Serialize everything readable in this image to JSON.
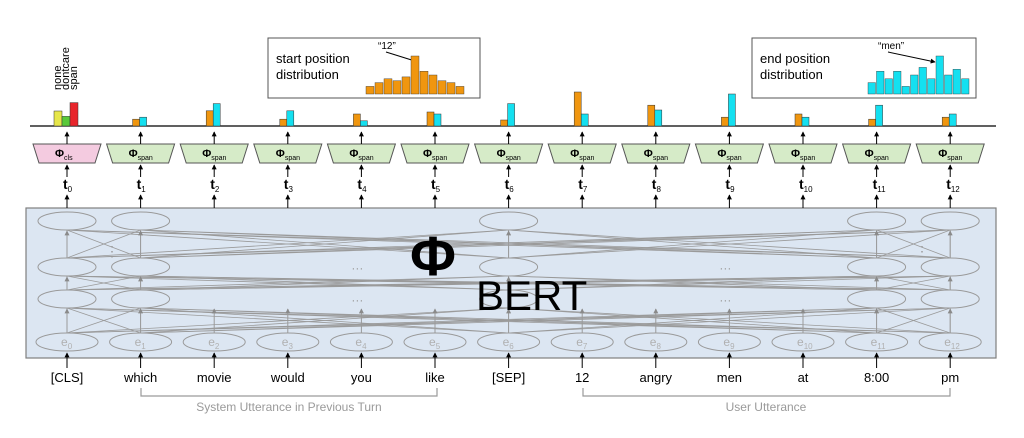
{
  "class_labels": [
    "none",
    "dontcare",
    "span"
  ],
  "class_colors": [
    "#e6e64a",
    "#59c93a",
    "#e8252b"
  ],
  "class_values": [
    0.5,
    0.32,
    0.78
  ],
  "start_color": "#f0960f",
  "end_color": "#14e0f0",
  "start_box": {
    "title_line1": "start position",
    "title_line2": "distribution",
    "peak_label": "“12”",
    "values": [
      0.2,
      0.3,
      0.4,
      0.35,
      0.45,
      1.0,
      0.6,
      0.5,
      0.35,
      0.3,
      0.2
    ]
  },
  "end_box": {
    "title_line1": "end position",
    "title_line2": "distribution",
    "peak_label": "“men”",
    "values": [
      0.3,
      0.6,
      0.4,
      0.6,
      0.2,
      0.5,
      0.7,
      0.4,
      1.0,
      0.5,
      0.65,
      0.4
    ]
  },
  "phi_cls": {
    "main": "Φ",
    "sub": "cls"
  },
  "phi_span": {
    "main": "Φ",
    "sub": "span"
  },
  "t_symbol": "t",
  "e_symbol": "e",
  "indices": [
    "0",
    "1",
    "2",
    "3",
    "4",
    "5",
    "6",
    "7",
    "8",
    "9",
    "10",
    "11",
    "12"
  ],
  "tokens": [
    "[CLS]",
    "which",
    "movie",
    "would",
    "you",
    "like",
    "[SEP]",
    "12",
    "angry",
    "men",
    "at",
    "8:00",
    "pm"
  ],
  "span_bars": [
    {
      "start": 0.17,
      "end": 0.22
    },
    {
      "start": 0.38,
      "end": 0.56
    },
    {
      "start": 0.17,
      "end": 0.38
    },
    {
      "start": 0.3,
      "end": 0.13
    },
    {
      "start": 0.35,
      "end": 0.3
    },
    {
      "start": 0.15,
      "end": 0.56
    },
    {
      "start": 0.85,
      "end": 0.3
    },
    {
      "start": 0.52,
      "end": 0.4
    },
    {
      "start": 0.22,
      "end": 0.8
    },
    {
      "start": 0.3,
      "end": 0.22
    },
    {
      "start": 0.17,
      "end": 0.52
    },
    {
      "start": 0.22,
      "end": 0.3
    }
  ],
  "bert": {
    "phi": "Φ",
    "label": "BERT"
  },
  "ellipsis": "···",
  "vdots": "⋮",
  "groups": {
    "system": "System Utterance in Previous Turn",
    "user": "User Utterance"
  }
}
